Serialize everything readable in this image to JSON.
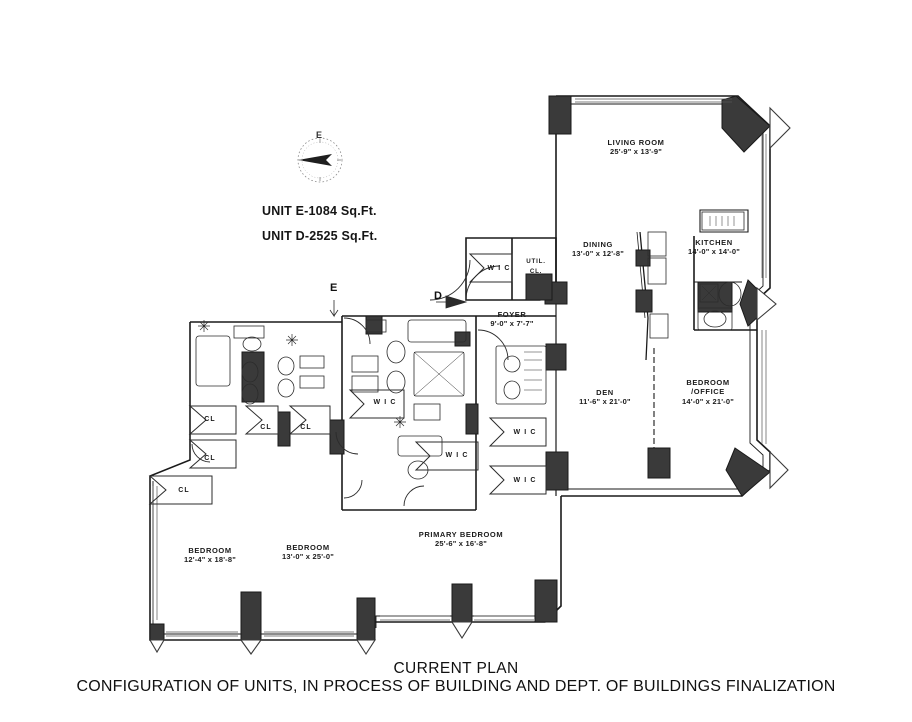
{
  "document": {
    "type": "floor-plan",
    "title_caption_line1": "CURRENT PLAN",
    "title_caption_line2": "CONFIGURATION OF UNITS, IN PROCESS OF BUILDING AND DEPT. OF BUILDINGS FINALIZATION"
  },
  "legend": {
    "unit_e": "UNIT E-1084 Sq.Ft.",
    "unit_d": "UNIT D-2525 Sq.Ft."
  },
  "compass": {
    "label": "E",
    "name": "compass-rose"
  },
  "entries": [
    {
      "id": "entry-e",
      "label": "E"
    },
    {
      "id": "entry-d",
      "label": "D"
    }
  ],
  "rooms": [
    {
      "id": "living-room",
      "name": "LIVING ROOM",
      "dims": "25'-9\" x 13'-9\""
    },
    {
      "id": "dining",
      "name": "DINING",
      "dims": "13'-0\" x 12'-8\""
    },
    {
      "id": "kitchen",
      "name": "KITCHEN",
      "dims": "14'-0\" x 14'-0\""
    },
    {
      "id": "foyer",
      "name": "FOYER",
      "dims": "9'-0\" x 7'-7\""
    },
    {
      "id": "den",
      "name": "DEN",
      "dims": "11'-6\" x 21'-0\""
    },
    {
      "id": "bedroom-office",
      "name": "BEDROOM",
      "name2": "/OFFICE",
      "dims": "14'-0\" x 21'-0\""
    },
    {
      "id": "primary-bedroom",
      "name": "PRIMARY BEDROOM",
      "dims": "25'-6\" x 16'-8\""
    },
    {
      "id": "bedroom-2",
      "name": "BEDROOM",
      "dims": "13'-0\" x 25'-0\""
    },
    {
      "id": "bedroom-3",
      "name": "BEDROOM",
      "dims": "12'-4\" x 18'-8\""
    }
  ],
  "closets": [
    {
      "id": "wic-1",
      "label": "W I C"
    },
    {
      "id": "wic-2",
      "label": "W I C"
    },
    {
      "id": "wic-3",
      "label": "W I C"
    },
    {
      "id": "wic-4",
      "label": "W I C"
    },
    {
      "id": "wic-5",
      "label": "W I C"
    },
    {
      "id": "util-cl",
      "label_line1": "UTIL.",
      "label_line2": "CL."
    },
    {
      "id": "cl-1",
      "label": "CL"
    },
    {
      "id": "cl-2",
      "label": "CL"
    },
    {
      "id": "cl-3",
      "label": "CL"
    },
    {
      "id": "cl-4",
      "label": "CL"
    },
    {
      "id": "cl-5",
      "label": "CL"
    }
  ],
  "colors": {
    "wall": "#1a1a1a",
    "column_fill": "#3a3a3a",
    "paper": "#ffffff",
    "text": "#111111",
    "fixture_stroke": "#2b2b2b"
  }
}
